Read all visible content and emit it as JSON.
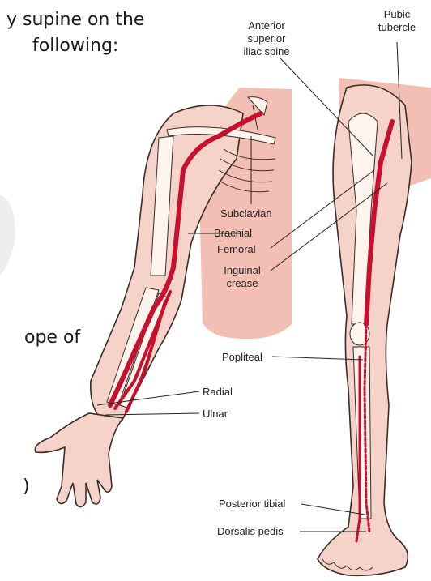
{
  "slide_text": {
    "line1": "y supine on the",
    "line2": "following:",
    "line3": "ope of",
    "line4": ")"
  },
  "labels": {
    "anterior_superior_iliac_spine": [
      "Anterior",
      "superior",
      "iliac spine"
    ],
    "pubic_tubercle": [
      "Pubic",
      "tubercle"
    ],
    "subclavian": "Subclavian",
    "brachial": "Brachial",
    "femoral": "Femoral",
    "inguinal_crease": [
      "Inguinal",
      "crease"
    ],
    "popliteal": "Popliteal",
    "radial": "Radial",
    "ulnar": "Ulnar",
    "posterior_tibial": "Posterior tibial",
    "dorsalis_pedis": "Dorsalis pedis"
  },
  "colors": {
    "skin": "#f6d3c8",
    "skin_shade": "#efb9aa",
    "torso_panel": "#f3bfb4",
    "artery": "#c8102e",
    "bone": "#fdf4ee",
    "outline": "#3a2a28"
  }
}
